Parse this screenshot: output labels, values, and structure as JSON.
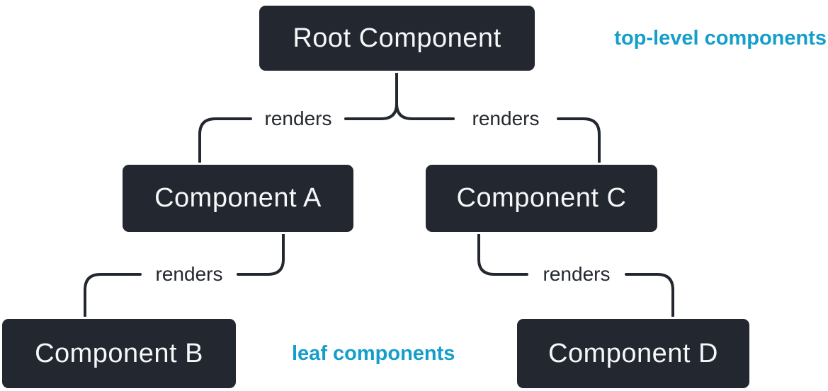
{
  "diagram": {
    "type": "component-tree",
    "background": "#FFFFFF",
    "colors": {
      "node_background": "#23272F",
      "node_border": "#FFFFFF",
      "node_text": "#F6F7F9",
      "connector_line": "#23272F",
      "edge_label_text": "#23272F",
      "annotation_text": "#149ECA"
    },
    "nodes": {
      "root": "Root Component",
      "a": "Component A",
      "b": "Component B",
      "c": "Component C",
      "d": "Component D"
    },
    "edge_labels": {
      "root_to_a": "renders",
      "root_to_c": "renders",
      "a_to_b": "renders",
      "c_to_d": "renders"
    },
    "annotations": {
      "top_level": "top-level components",
      "leaf": "leaf components"
    }
  }
}
